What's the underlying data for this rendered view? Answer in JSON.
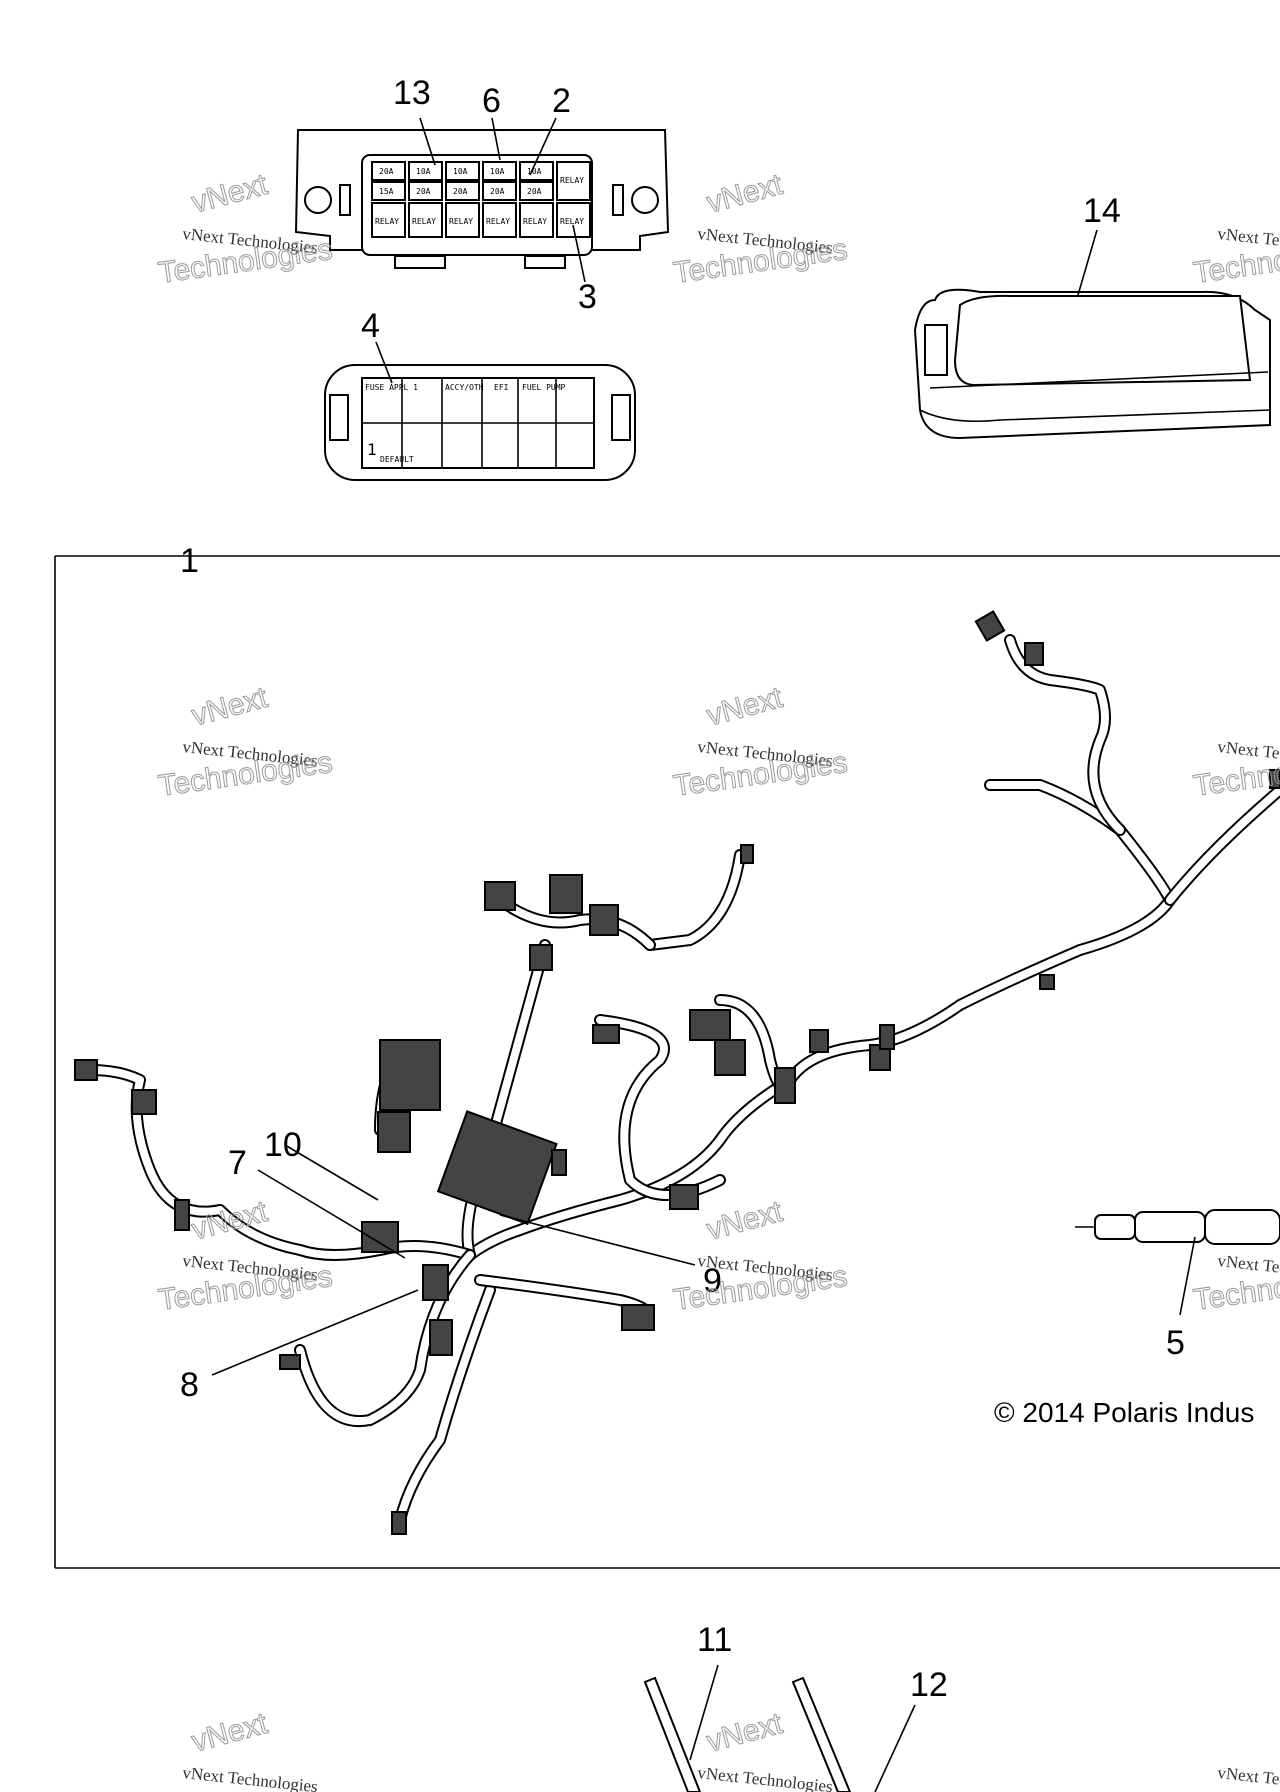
{
  "callouts": {
    "c1": "1",
    "c2": "2",
    "c3": "3",
    "c4": "4",
    "c5": "5",
    "c6": "6",
    "c7": "7",
    "c8": "8",
    "c9": "9",
    "c10": "10",
    "c11": "11",
    "c12": "12",
    "c13": "13",
    "c14": "14"
  },
  "copyright": "© 2014 Polaris Indus",
  "watermark": {
    "line1": "vNext Technologies",
    "line2": "Technologies",
    "line3": "vNext"
  },
  "fuse_box_labels": {
    "row1": [
      "20A",
      "10A",
      "10A",
      "10A",
      "10A",
      "RELAY"
    ],
    "row2": [
      "15A",
      "20A",
      "20A",
      "20A",
      "20A"
    ],
    "row3": [
      "RELAY",
      "RELAY",
      "RELAY",
      "RELAY",
      "RELAY",
      "RELAY"
    ]
  },
  "cover_labels": {
    "l1": "FUSE APPL 1",
    "l2": "ACCY/OTH",
    "l3": "EFI",
    "l4": "FUEL PUMP",
    "l5": "1",
    "l6": "DEFAULT"
  }
}
